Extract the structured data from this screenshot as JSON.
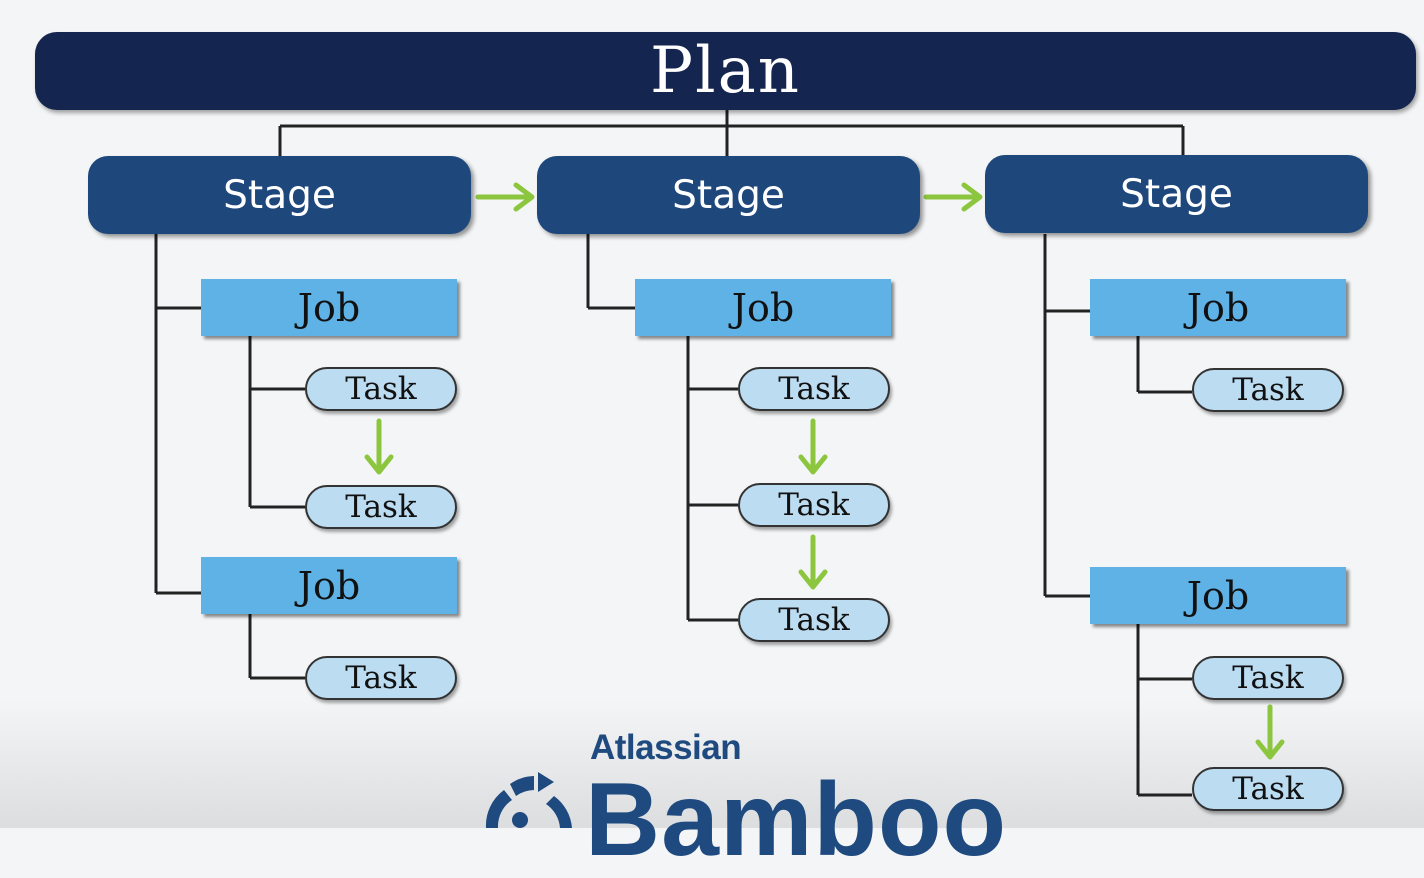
{
  "plan": {
    "label": "Plan"
  },
  "stages": [
    {
      "label": "Stage",
      "jobs": [
        {
          "label": "Job",
          "tasks": [
            "Task",
            "Task"
          ]
        },
        {
          "label": "Job",
          "tasks": [
            "Task"
          ]
        }
      ]
    },
    {
      "label": "Stage",
      "jobs": [
        {
          "label": "Job",
          "tasks": [
            "Task",
            "Task",
            "Task"
          ]
        }
      ]
    },
    {
      "label": "Stage",
      "jobs": [
        {
          "label": "Job",
          "tasks": [
            "Task"
          ]
        },
        {
          "label": "Job",
          "tasks": [
            "Task",
            "Task"
          ]
        }
      ]
    }
  ],
  "brand": {
    "company": "Atlassian",
    "product": "Bamboo"
  },
  "colors": {
    "plan": "#14264f",
    "stage": "#1e477c",
    "job": "#5eb2e6",
    "task": "#bcdcf2",
    "arrow": "#8cc63f",
    "line": "#222222"
  }
}
